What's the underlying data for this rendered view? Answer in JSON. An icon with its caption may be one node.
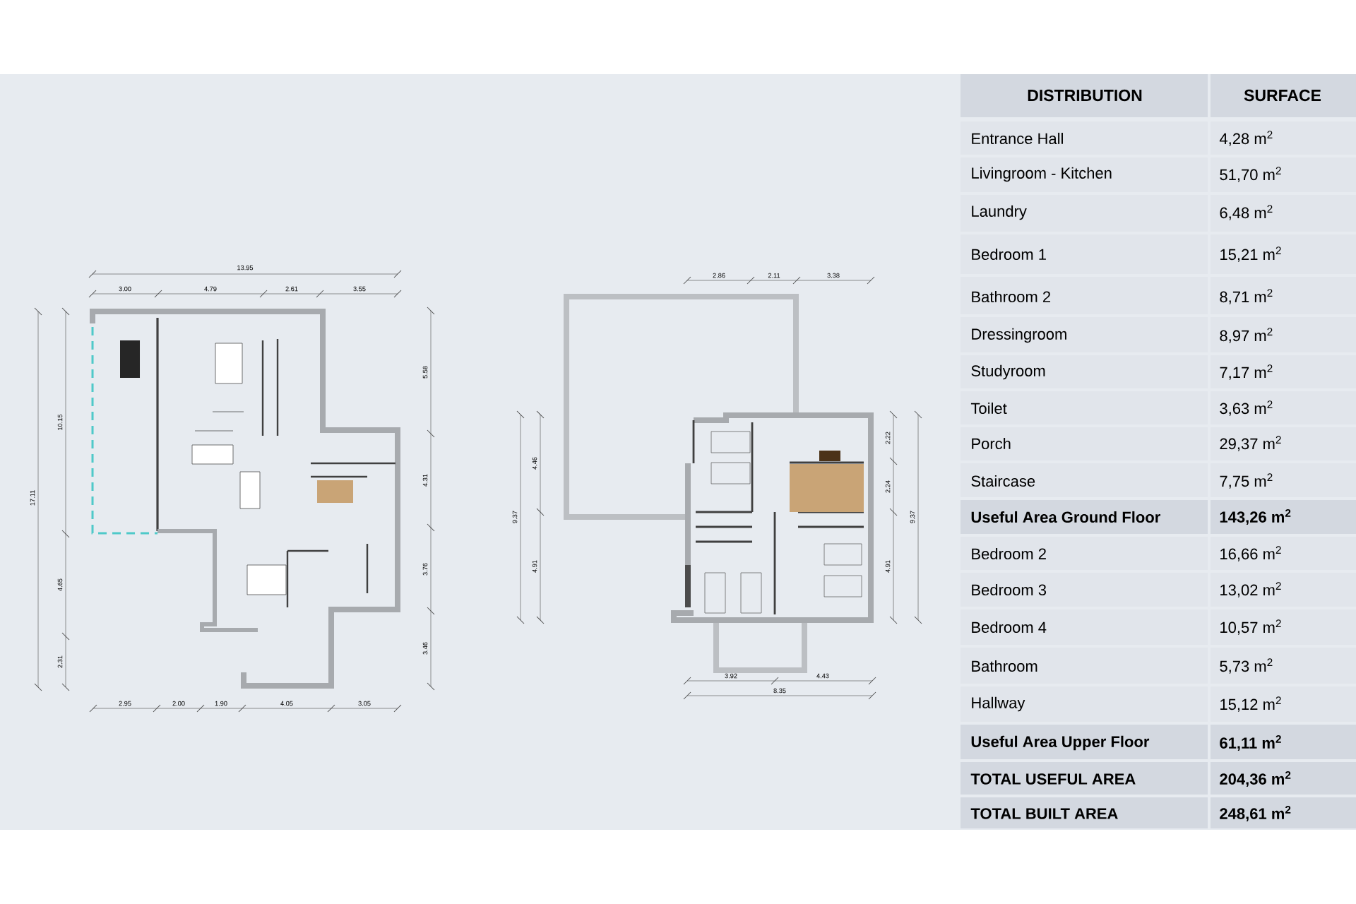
{
  "diagram": {
    "labels": [
      "13.95",
      "3.00",
      "4.79",
      "2.61",
      "3.55",
      "17.11",
      "10.15",
      "4.65",
      "2.31",
      "5.58",
      "4.31",
      "3.76",
      "3.46",
      "2.95",
      "2.00",
      "1.90",
      "4.05",
      "3.05",
      "2.86",
      "2.11",
      "3.38",
      "9.37",
      "4.46",
      "4.91",
      "2.22",
      "2.24",
      "4.91",
      "9.37",
      "3.92",
      "4.43",
      "8.35",
      "DISTRIBUTION",
      "SURFACE",
      "Entrance Hall",
      "4,28 m$^{2}$",
      "Livingroom - Kitchen",
      "51,70 m$^{2}$",
      "Laundry",
      "6,48 m$^{2}$",
      "Bedroom 1",
      "15,21 m$^{2}$",
      "Bathroom 2",
      "8,71 m$^{2}$",
      "Dressingroom",
      "8,97 m$^{2}$",
      "Studyroom",
      "7,17 m$^{2}$",
      "Toilet",
      "3,63 m$^{2}$",
      "Porch",
      "29,37 m$^{2}$",
      "Staircase",
      "7,75 m$^{2}$",
      "Useful Area Ground Floor",
      "143,26 m$^{2}$",
      "Bedroom 2",
      "16,66 m$^{2}$",
      "Bedroom 3",
      "13,02 m$^{2}$",
      "Bedroom 4",
      "10,57 m$^{2}$",
      "Bathroom",
      "5,73 m$^{2}$",
      "Hallway",
      "15,12 m$^{2}$",
      "Useful Area Upper Floor",
      "61,11 m$^{2}$",
      "TOTAL USEFUL AREA",
      "204,36 m$^{2}$",
      "TOTAL BUILT AREA",
      "248,61 m$^{2}$"
    ]
  }
}
